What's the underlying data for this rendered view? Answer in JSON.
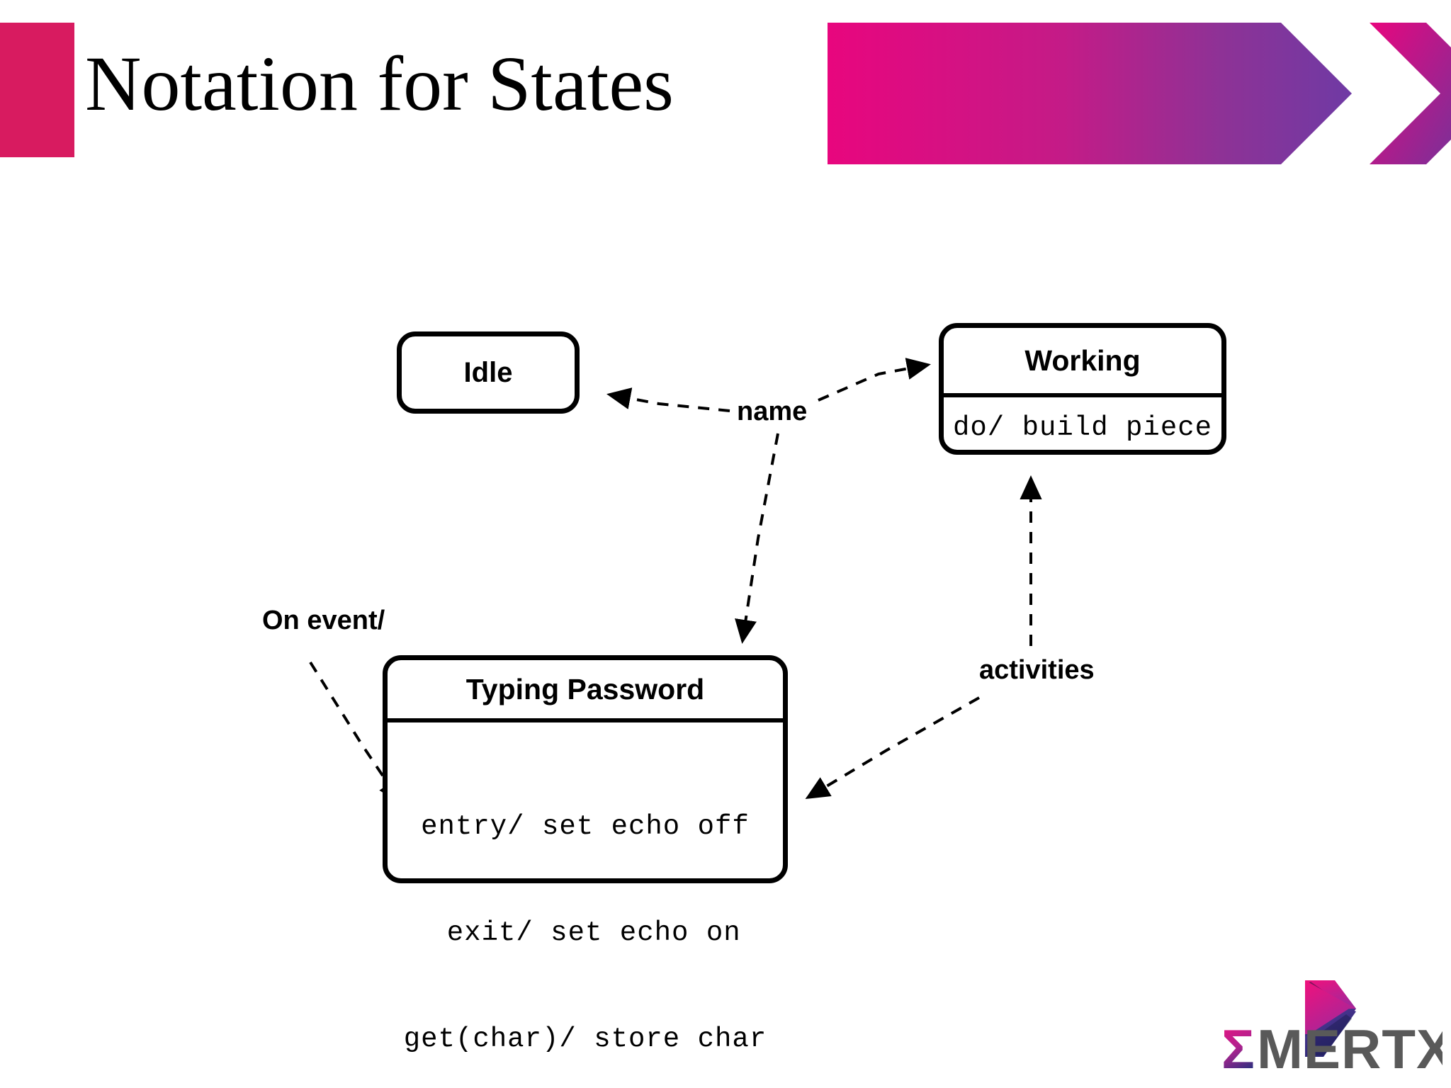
{
  "slide": {
    "title": "Notation for States",
    "background": "#ffffff"
  },
  "theme": {
    "accent_pink": "#D81B60",
    "banner_gradient_start": "#E8067E",
    "banner_gradient_end": "#7B3098",
    "logo_text_gray": "#595959",
    "logo_sigma_pink": "#E8067E",
    "logo_sigma_purple": "#2E2F7F"
  },
  "header": {
    "accent_block_name": "title-accent-block",
    "banner_name": "header-gradient-banner",
    "chevron_name": "banner-chevron-icon"
  },
  "diagram": {
    "type": "uml-state-diagram",
    "states": [
      {
        "id": "idle",
        "title": "Idle",
        "compartments": []
      },
      {
        "id": "working",
        "title": "Working",
        "compartments": [
          "do/ build piece"
        ]
      },
      {
        "id": "typing-password",
        "title": "Typing Password",
        "compartments": [
          "entry/ set echo off",
          " exit/ set echo on",
          "get(char)/ store char"
        ]
      }
    ],
    "annotations": [
      {
        "id": "name",
        "text": "name",
        "points_to": [
          "idle",
          "working"
        ]
      },
      {
        "id": "on-event",
        "text": "On event/",
        "points_to": [
          "typing-password"
        ]
      },
      {
        "id": "activities",
        "text": "activities",
        "points_to": [
          "working",
          "typing-password"
        ]
      }
    ]
  },
  "footer": {
    "logo_text": "MERTXE",
    "logo_sigma": "Σ",
    "logo_name": "emertxe-logo"
  }
}
